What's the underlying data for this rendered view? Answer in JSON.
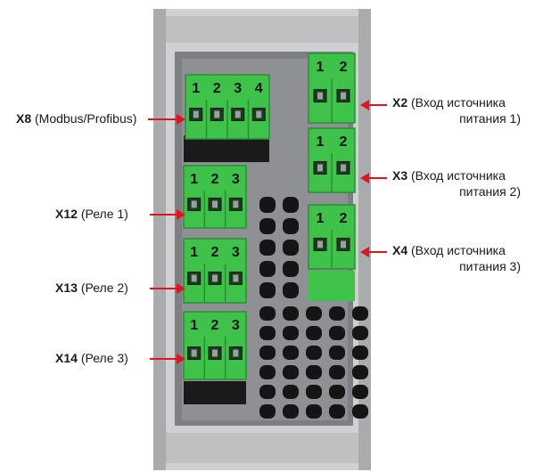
{
  "connectors": [
    {
      "id": "X8",
      "desc": "(Modbus/Profibus)",
      "desc2": "",
      "pins": [
        "1",
        "2",
        "3",
        "4"
      ]
    },
    {
      "id": "X12",
      "desc": "(Реле 1)",
      "desc2": "",
      "pins": [
        "1",
        "2",
        "3"
      ]
    },
    {
      "id": "X13",
      "desc": "(Реле 2)",
      "desc2": "",
      "pins": [
        "1",
        "2",
        "3"
      ]
    },
    {
      "id": "X14",
      "desc": "(Реле 3)",
      "desc2": "",
      "pins": [
        "1",
        "2",
        "3"
      ]
    },
    {
      "id": "X2",
      "desc": "(Вход источника",
      "desc2": "питания 1)",
      "pins": [
        "1",
        "2"
      ]
    },
    {
      "id": "X3",
      "desc": "(Вход источника",
      "desc2": "питания 2)",
      "pins": [
        "1",
        "2"
      ]
    },
    {
      "id": "X4",
      "desc": "(Вход источника",
      "desc2": "питания 3)",
      "pins": [
        "1",
        "2"
      ]
    }
  ],
  "colors": {
    "terminal": "#3fc24a",
    "terminal_dark": "#2a8f34",
    "housing": "#8f9094",
    "rail": "#d7d8d9",
    "arrow": "#e0141e"
  }
}
